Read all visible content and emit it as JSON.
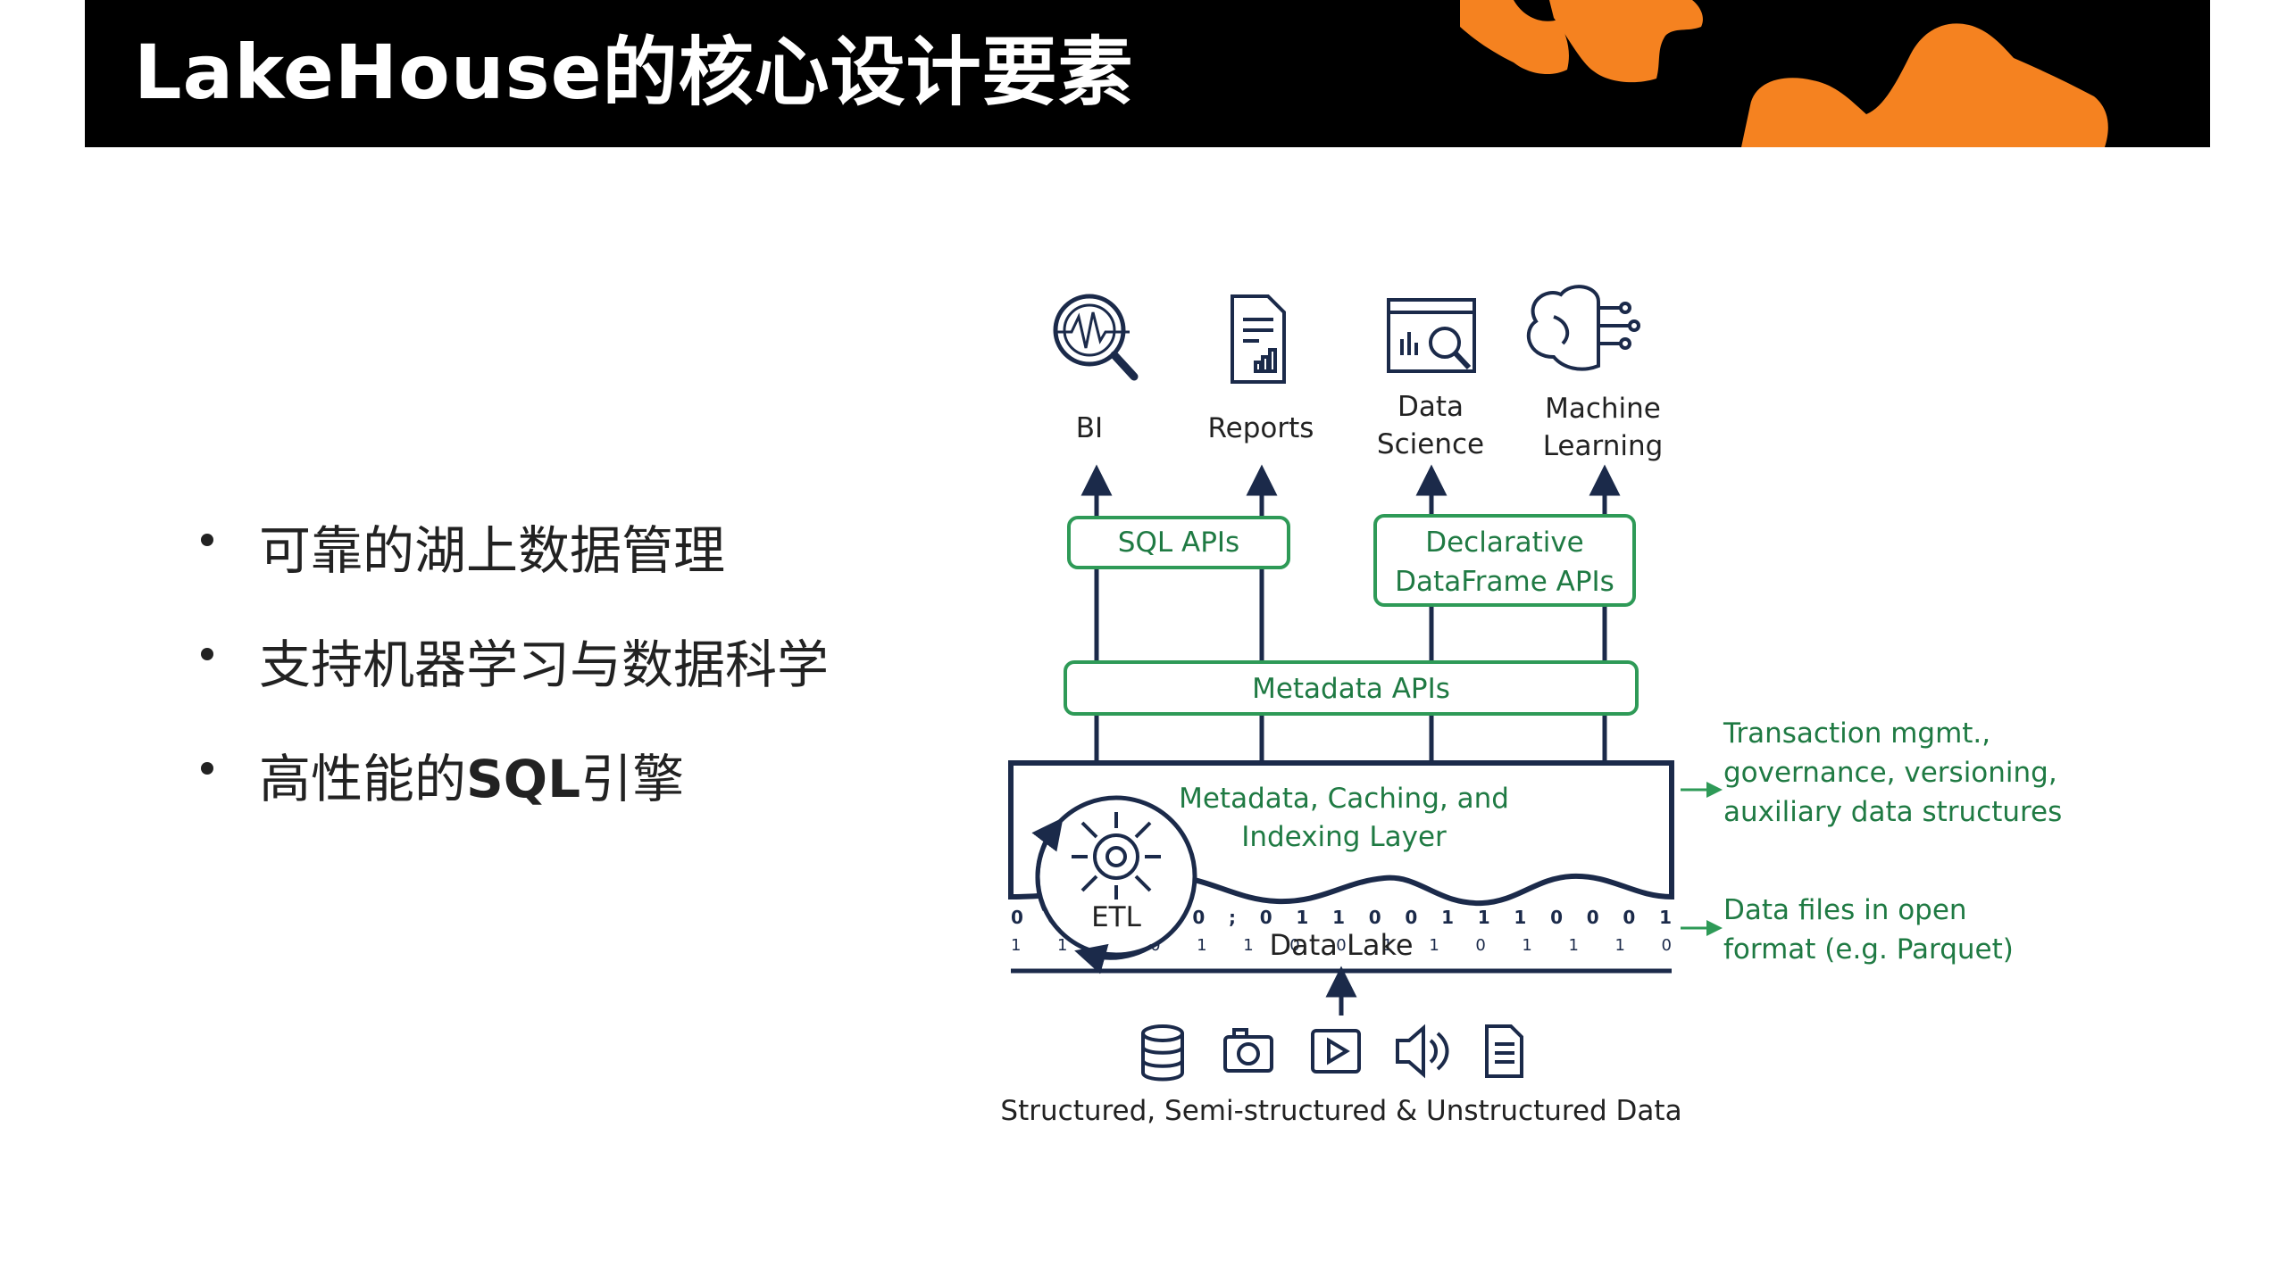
{
  "header": {
    "title": "LakeHouse的核心设计要素",
    "colors": {
      "background": "#000000",
      "accent": "#f58220",
      "text": "#ffffff"
    }
  },
  "bullets": [
    {
      "pre": "可靠的湖上数据管理",
      "bold": "",
      "post": ""
    },
    {
      "pre": "支持机器学习与数据科学",
      "bold": "",
      "post": ""
    },
    {
      "pre": "高性能的",
      "bold": "SQL",
      "post": "引擎"
    }
  ],
  "diagram": {
    "colors": {
      "green": "#2e9a57",
      "navy": "#1b2a4a",
      "text": "#222222"
    },
    "consumers": {
      "bi": {
        "label": "BI",
        "icon": "magnifier-waveform-icon"
      },
      "reports": {
        "label": "Reports",
        "icon": "report-document-icon"
      },
      "data_science": {
        "line1": "Data",
        "line2": "Science",
        "icon": "data-screen-icon"
      },
      "machine_learning": {
        "line1": "Machine",
        "line2": "Learning",
        "icon": "brain-circuit-icon"
      }
    },
    "sql_apis": "SQL APIs",
    "dataframe_apis": {
      "line1": "Declarative",
      "line2": "DataFrame APIs"
    },
    "metadata_apis": "Metadata APIs",
    "metadata_layer": {
      "line1": "Metadata, Caching, and",
      "line2": "Indexing Layer"
    },
    "etl": {
      "label": "ETL",
      "icon": "gear-circuit-icon"
    },
    "data_lake": "Data Lake",
    "binary_top": "0 0  1 1 1 0 ; 0 1 1 0 0 1 1 1 0 0 0 1",
    "binary_bottom": "1 1   0 0 1  1  0 0 1 1 0 1 1 1 0",
    "side_notes": {
      "top": {
        "line1": "Transaction mgmt.,",
        "line2": "governance, versioning,",
        "line3": "auxiliary data structures"
      },
      "bottom": {
        "line1": "Data files in open",
        "line2": "format (e.g. Parquet)"
      }
    },
    "sources": {
      "icons": [
        "database-icon",
        "camera-icon",
        "video-play-icon",
        "speaker-icon",
        "document-icon"
      ],
      "label": "Structured, Semi-structured & Unstructured Data"
    }
  }
}
